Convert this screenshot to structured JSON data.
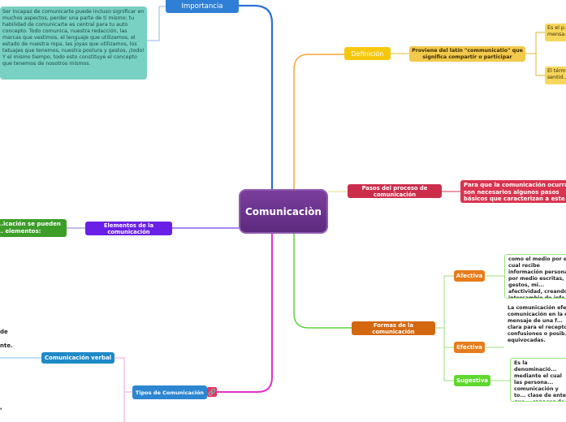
{
  "central": {
    "label": "Comunicaciòn"
  },
  "importancia": {
    "label": "Importancia",
    "text": "Ser incapaz de comunicarte puede incluso significar en muchos aspectos, perder una parte de ti mismo; tu habilidad de comunicarte es central para tu auto concepto. Todo comunica, nuestra redacción, las marcas que vestimos, el lenguaje que utilizamos, el estado de nuestra ropa, las joyas que utilizamos, los tatuajes que tenemos, nuestra postura y gestos, ¡todo! Y el mismo tiempo, todo esto constituye el concepto que tenemos de nosotros mismos."
  },
  "definicion": {
    "label": "Definición",
    "detail": "Proviene del latín \"communicatio\" que significa compartir o participar",
    "sub1": "Es el p... mensa...",
    "sub2": "El térm... sentid..."
  },
  "pasos": {
    "label": "Pasos del proceso de comunicación",
    "detail": "Para que la comunicación ocurra son necesarios algunos pasos básicos que caracterizan a este proceso, a saber:"
  },
  "elementos": {
    "label": "Elementos de la comunicación",
    "detail": "...icación se pueden ... elementos:"
  },
  "formas": {
    "label": "Formas de la comunicación",
    "afectiva": {
      "label": "Afectiva",
      "text": "como el medio por el cual recibe información personas, por medio escritas, gestos, mi... afectividad, creando intercambio de info..."
    },
    "efectiva": {
      "label": "Efectiva",
      "text": "La comunicación efe... comunicación en la el mensaje de una f... clara para el recepto... confusiones o posib... equivocadas."
    },
    "sugestiva": {
      "label": "Sugestiva",
      "text": "Es la denominació... mediante el cual las persona... comunicación y to... clase de entes que... capaces de emitir..."
    }
  },
  "tipos": {
    "label": "Tipos de Comunicación",
    "verbal": "Comunicación verbal",
    "badge": "🔗"
  },
  "left_fragments": {
    "f1": "de",
    "f2": "nte.",
    "f3": ","
  }
}
